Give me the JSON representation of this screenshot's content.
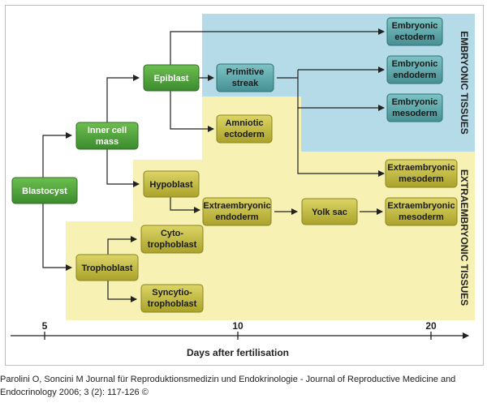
{
  "nodes": {
    "blastocyst": "Blastocyst",
    "inner_cell_mass": [
      "Inner cell",
      "mass"
    ],
    "epiblast": "Epiblast",
    "hypoblast": "Hypoblast",
    "trophoblast": "Trophoblast",
    "cytotrophoblast": [
      "Cyto-",
      "trophoblast"
    ],
    "syncytiotrophoblast": [
      "Syncytio-",
      "trophoblast"
    ],
    "primitive_streak": [
      "Primitive",
      "streak"
    ],
    "amniotic_ectoderm": [
      "Amniotic",
      "ectoderm"
    ],
    "extraembryonic_endoderm": [
      "Extraembryonic",
      "endoderm"
    ],
    "yolk_sac": "Yolk sac",
    "embryonic_ectoderm": [
      "Embryonic",
      "ectoderm"
    ],
    "embryonic_endoderm": [
      "Embryonic",
      "endoderm"
    ],
    "embryonic_mesoderm": [
      "Embryonic",
      "mesoderm"
    ],
    "extraembryonic_mesoderm_1": [
      "Extraembryonic",
      "mesoderm"
    ],
    "extraembryonic_mesoderm_2": [
      "Extraembryonic",
      "mesoderm"
    ]
  },
  "regions": {
    "embryonic": "EMBRYONIC TISSUES",
    "extraembryonic": "EXTRAEMBRYONIC TISSUES"
  },
  "axis": {
    "ticks": [
      "5",
      "10",
      "20"
    ],
    "label": "Days after fertilisation"
  },
  "citation": "Parolini O, Soncini M Journal für Reproduktionsmedizin und Endokrinologie - Journal of Reproductive Medicine and Endocrinology 2006; 3 (2): 117-126 ©",
  "colors": {
    "green": "#4a9a3a",
    "olive": "#c2bb3e",
    "teal": "#5aa3a6",
    "yellow_region": "#f7f2b3",
    "blue_region": "#b5dbe8"
  }
}
